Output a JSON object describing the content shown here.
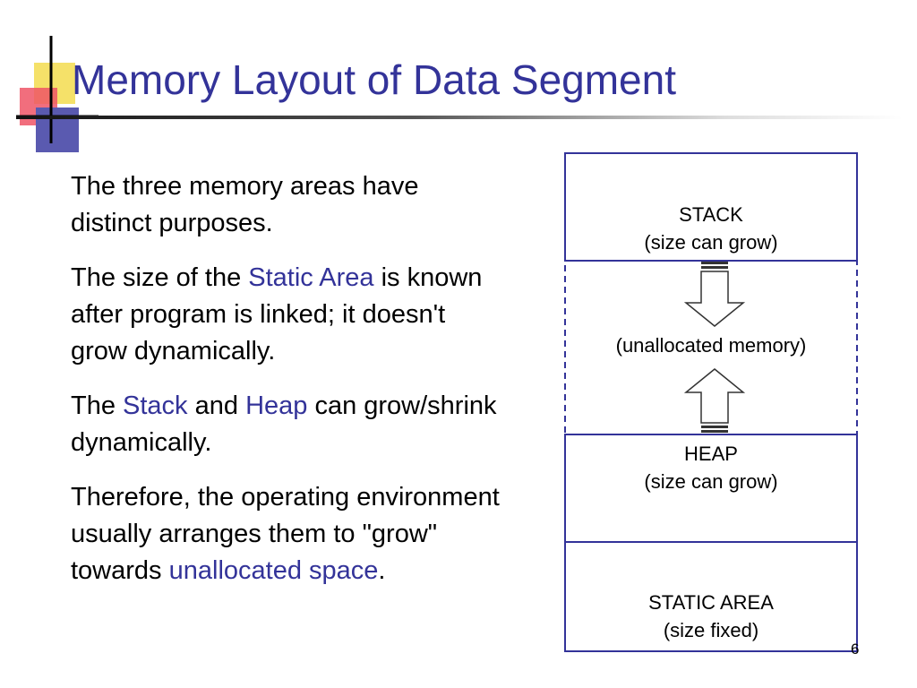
{
  "slide": {
    "title": "Memory Layout of Data Segment",
    "page_number": "6",
    "colors": {
      "title": "#333399",
      "highlight": "#333399",
      "box_border": "#333399"
    }
  },
  "body": {
    "p1": "The three memory areas have distinct purposes.",
    "p2": {
      "before": "The size of the ",
      "highlight": "Static Area",
      "after": " is known after program is linked; it doesn't grow dynamically."
    },
    "p3": {
      "t1": "The ",
      "h1": "Stack",
      "t2": " and ",
      "h2": "Heap",
      "t3": " can grow/shrink dynamically."
    },
    "p4": {
      "before": "Therefore, the operating environment usually arranges them to \"grow\" towards ",
      "highlight": "unallocated space",
      "after": "."
    }
  },
  "diagram": {
    "stack": {
      "line1": "STACK",
      "line2": "(size can grow)"
    },
    "unallocated": "(unallocated memory)",
    "heap": {
      "line1": "HEAP",
      "line2": "(size can grow)"
    },
    "static_area": {
      "line1": "STATIC AREA",
      "line2": "(size fixed)"
    }
  }
}
